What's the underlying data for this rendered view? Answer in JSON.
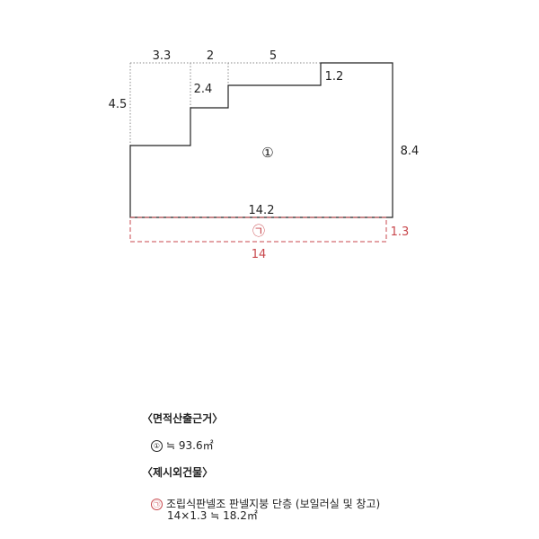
{
  "colors": {
    "outline": "#222222",
    "dotted": "#8a8a8a",
    "annex": "#c8474c"
  },
  "plan": {
    "main_building": {
      "marker": "①",
      "dimensions": {
        "top_left": "3.3",
        "top_middle": "2",
        "top_right": "5",
        "left": "4.5",
        "step_inner": "2.4",
        "step_right": "1.2",
        "right": "8.4",
        "bottom": "14.2"
      }
    },
    "annex_building": {
      "marker": "㉠",
      "dimensions": {
        "length": "14",
        "width": "1.3"
      }
    }
  },
  "notes": {
    "area_heading": "〈면적산출근거〉",
    "main_area": {
      "marker": "①",
      "text": "≒ 93.6㎡"
    },
    "excluded_heading": "〈제시외건물〉",
    "annex_desc": {
      "marker": "㉠",
      "text": "조립식판넬조 판넬지붕 단층 (보일러실 및 창고)"
    },
    "annex_formula": "14×1.3 ≒ 18.2㎡"
  }
}
